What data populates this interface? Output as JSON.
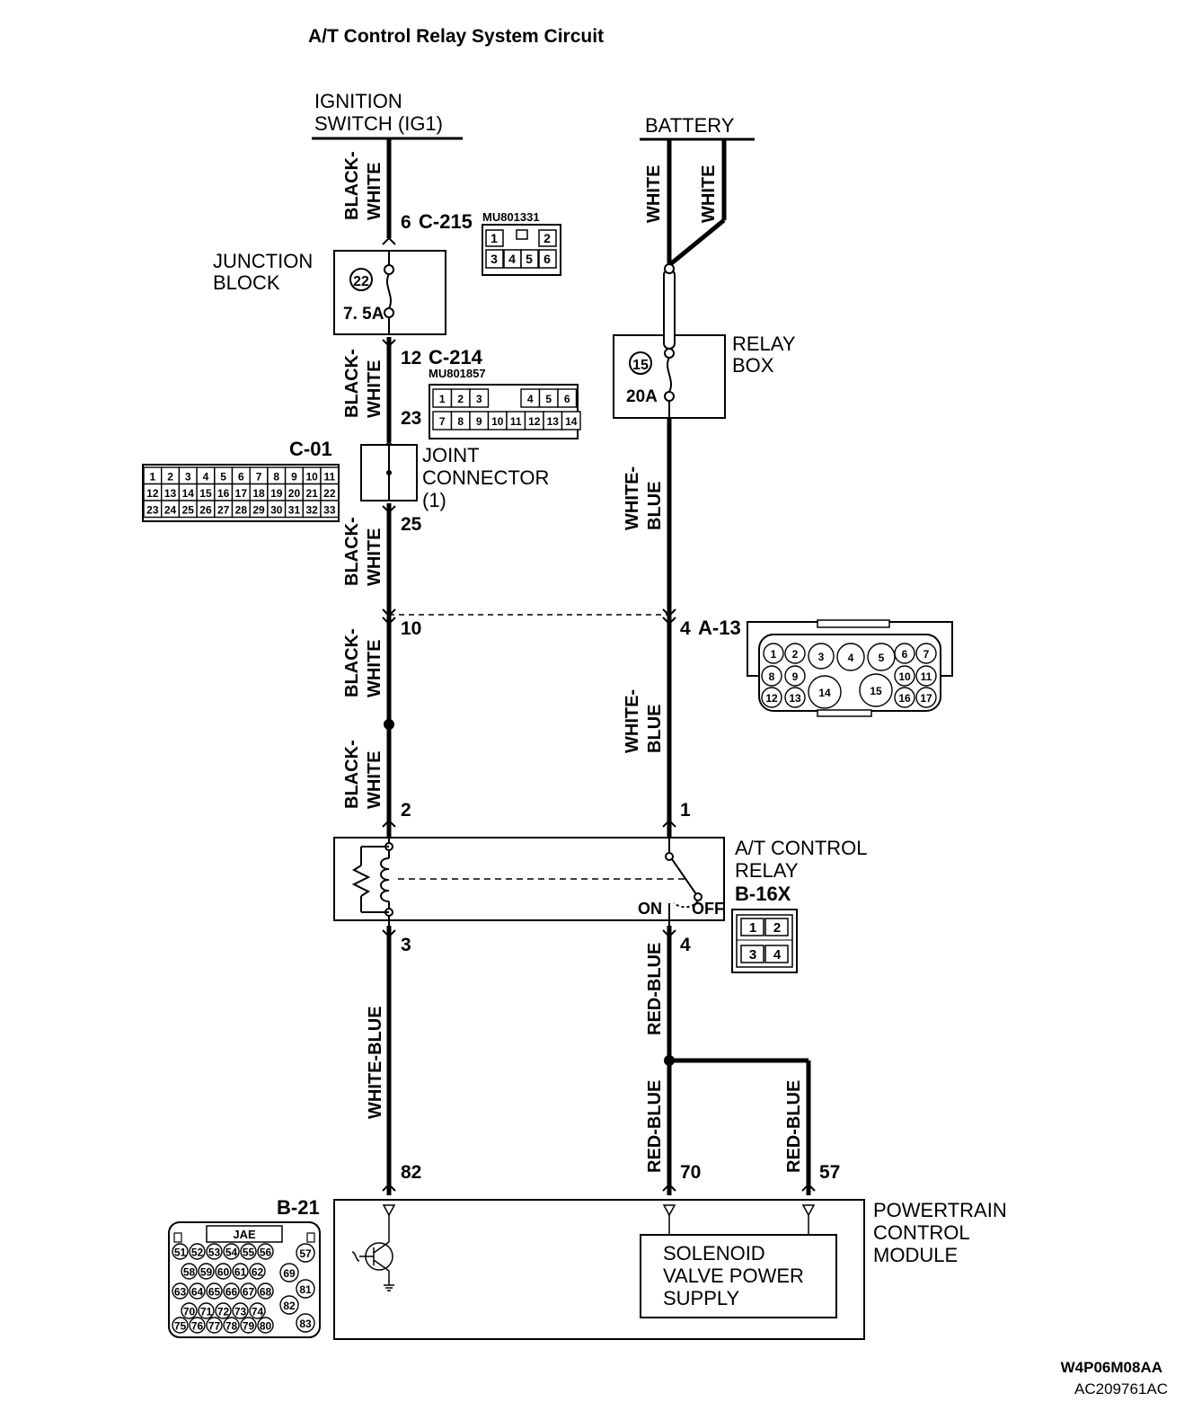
{
  "title": "A/T Control Relay System Circuit",
  "sources": {
    "ignition_line1": "IGNITION",
    "ignition_line2": "SWITCH (IG1)",
    "battery": "BATTERY"
  },
  "junction_block": {
    "line1": "JUNCTION",
    "line2": "BLOCK",
    "fuse_no": "22",
    "fuse_rating": "7. 5A"
  },
  "relay_box": {
    "line1": "RELAY",
    "line2": "BOX",
    "fuse_no": "15",
    "fuse_rating": "20A"
  },
  "joint_connector": {
    "line1": "JOINT",
    "line2": "CONNECTOR",
    "line3": "(1)"
  },
  "connectors": {
    "c215": {
      "pin": "6",
      "id": "C-215",
      "part": "MU801331",
      "cells": [
        "1",
        "2",
        "3",
        "4",
        "5",
        "6"
      ]
    },
    "c214": {
      "pin_top": "12",
      "id": "C-214",
      "part": "MU801857",
      "pin_bottom": "23",
      "cells": [
        "1",
        "2",
        "3",
        "4",
        "5",
        "6",
        "7",
        "8",
        "9",
        "10",
        "11",
        "12",
        "13",
        "14"
      ]
    },
    "c01": {
      "id": "C-01",
      "pin": "25",
      "cells": [
        "1",
        "2",
        "3",
        "4",
        "5",
        "6",
        "7",
        "8",
        "9",
        "10",
        "11",
        "12",
        "13",
        "14",
        "15",
        "16",
        "17",
        "18",
        "19",
        "20",
        "21",
        "22",
        "23",
        "24",
        "25",
        "26",
        "27",
        "28",
        "29",
        "30",
        "31",
        "32",
        "33"
      ]
    },
    "a13": {
      "pin_left": "10",
      "pin_right": "4",
      "id": "A-13",
      "cells": [
        "1",
        "2",
        "3",
        "4",
        "5",
        "6",
        "7",
        "8",
        "9",
        "10",
        "11",
        "12",
        "13",
        "14",
        "15",
        "16",
        "17"
      ]
    },
    "b16x": {
      "id": "B-16X",
      "pin1": "2",
      "pin2": "1",
      "pin3": "3",
      "pin4": "4",
      "cells": [
        "1",
        "2",
        "3",
        "4"
      ]
    },
    "b21": {
      "id": "B-21",
      "maker": "JAE",
      "pin_a": "82",
      "pin_b": "70",
      "pin_c": "57",
      "cells": [
        "51",
        "52",
        "53",
        "54",
        "55",
        "56",
        "57",
        "58",
        "59",
        "60",
        "61",
        "62",
        "63",
        "64",
        "65",
        "66",
        "67",
        "68",
        "69",
        "70",
        "71",
        "72",
        "73",
        "74",
        "75",
        "76",
        "77",
        "78",
        "79",
        "80",
        "81",
        "82",
        "83"
      ]
    }
  },
  "relay": {
    "line1": "A/T CONTROL",
    "line2": "RELAY",
    "on": "ON",
    "off": "OFF"
  },
  "pcm": {
    "line1": "POWERTRAIN",
    "line2": "CONTROL",
    "line3": "MODULE",
    "sol1": "SOLENOID",
    "sol2": "VALVE POWER",
    "sol3": "SUPPLY"
  },
  "wires": {
    "black": "BLACK-",
    "white": "WHITE",
    "white_only": "WHITE",
    "white_dash": "WHITE-",
    "blue": "BLUE",
    "white_blue": "WHITE-BLUE",
    "red_blue": "RED-BLUE"
  },
  "codes": {
    "diagram": "W4P06M08AA",
    "figure": "AC209761AC"
  }
}
